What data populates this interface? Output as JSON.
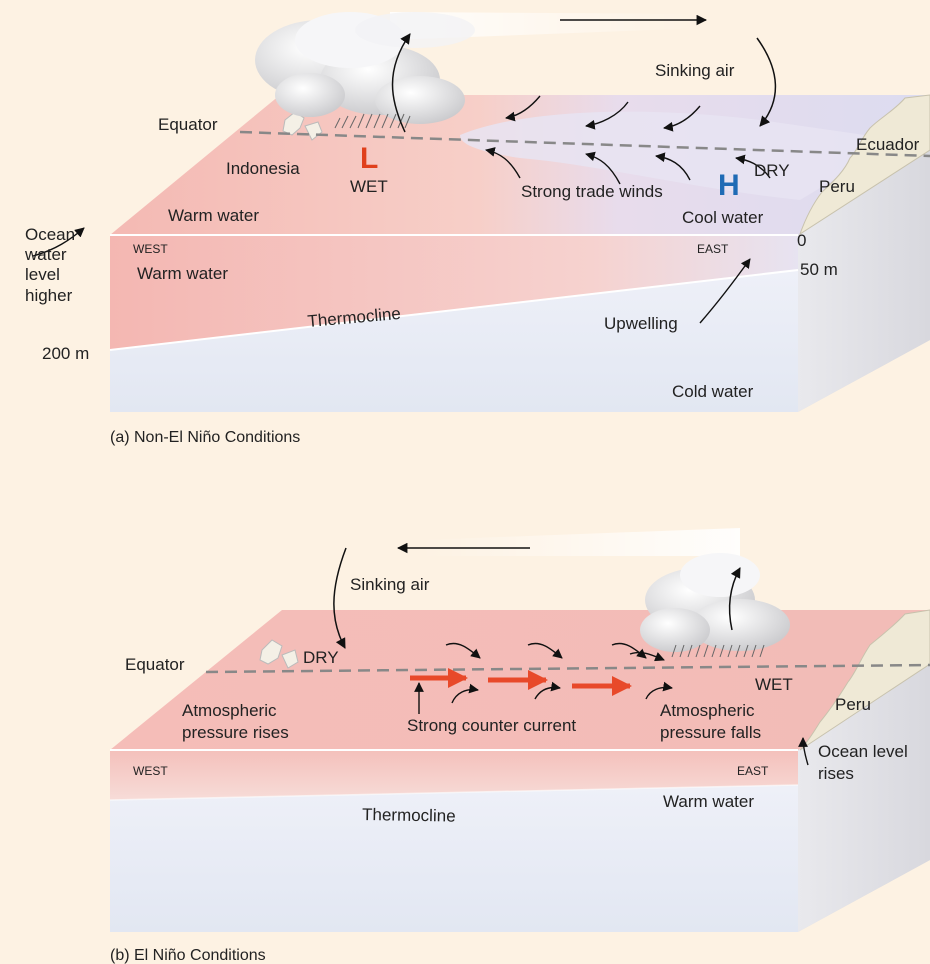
{
  "panel_a": {
    "equator": "Equator",
    "indonesia": "Indonesia",
    "low_symbol": "L",
    "wet": "WET",
    "strong_trade_winds": "Strong trade winds",
    "high_symbol": "H",
    "dry": "DRY",
    "sinking_air": "Sinking air",
    "ecuador": "Ecuador",
    "peru": "Peru",
    "warm_water_surface": "Warm water",
    "cool_water": "Cool water",
    "ocean_level_1": "Ocean",
    "ocean_level_2": "water",
    "ocean_level_3": "level",
    "ocean_level_4": "higher",
    "west": "WEST",
    "east": "EAST",
    "warm_water_depth": "Warm water",
    "depth_0": "0",
    "depth_50": "50 m",
    "thermocline": "Thermocline",
    "upwelling": "Upwelling",
    "depth_200": "200 m",
    "cold_water": "Cold water",
    "caption": "(a) Non-El Niño Conditions"
  },
  "panel_b": {
    "sinking_air": "Sinking air",
    "equator": "Equator",
    "dry": "DRY",
    "wet": "WET",
    "peru": "Peru",
    "atm_rises_1": "Atmospheric",
    "atm_rises_2": "pressure rises",
    "counter_current": "Strong counter current",
    "atm_falls_1": "Atmospheric",
    "atm_falls_2": "pressure falls",
    "ocean_level_1": "Ocean level",
    "ocean_level_2": "rises",
    "west": "WEST",
    "east": "EAST",
    "warm_water": "Warm water",
    "thermocline": "Thermocline",
    "caption": "(b) El Niño Conditions"
  },
  "colors": {
    "background": "#fdf2e3",
    "warm": "#f3b4b0",
    "cool": "#dcdcf2",
    "cold": "#e6ecf6",
    "low_red": "#e0401c",
    "high_blue": "#1f6bb5",
    "counter_current_red": "#e8492a",
    "land": "#efe9d6"
  }
}
